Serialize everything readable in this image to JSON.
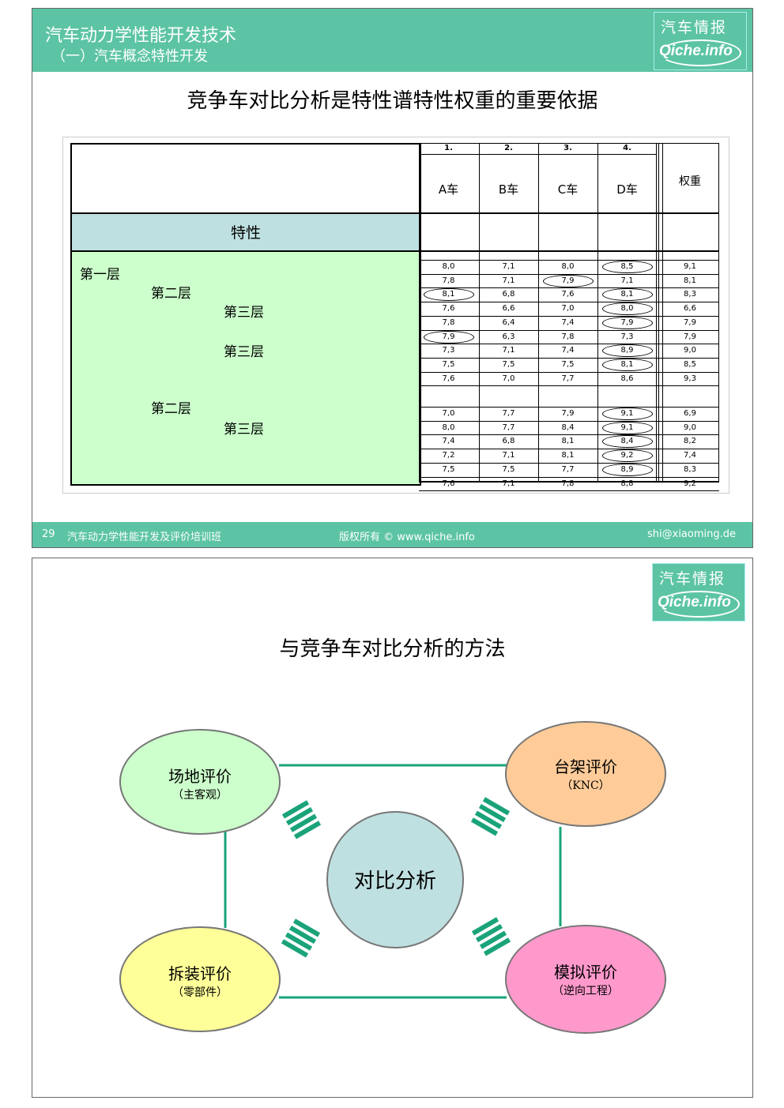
{
  "slide1": {
    "header_line1": "汽车动力学性能开发技术",
    "header_line2": "（一）汽车概念特性开发",
    "logo_cn": "汽车情报",
    "logo_en": "Qiche.info",
    "title": "竞争车对比分析是特性谱特性权重的重要依据",
    "characteristic_label": "特性",
    "levels": [
      "第一层",
      "第二层",
      "第三层",
      "第三层",
      "第二层",
      "第三层"
    ],
    "table": {
      "col_numbers": [
        "1.",
        "2.",
        "3.",
        "4."
      ],
      "col_cars": [
        "A车",
        "B车",
        "C车",
        "D车"
      ],
      "weight_header": "权重",
      "group1": [
        {
          "v": [
            "8,0",
            "7,1",
            "8,0",
            "8,5"
          ],
          "w": "9,1",
          "circled": [
            3
          ]
        },
        {
          "v": [
            "7,8",
            "7,1",
            "7,9",
            "7,1"
          ],
          "w": "8,1",
          "circled": [
            2
          ]
        },
        {
          "v": [
            "8,1",
            "6,8",
            "7,6",
            "8,1"
          ],
          "w": "8,3",
          "circled": [
            0,
            3
          ]
        },
        {
          "v": [
            "7,6",
            "6,6",
            "7,0",
            "8,0"
          ],
          "w": "6,6",
          "circled": [
            3
          ]
        },
        {
          "v": [
            "7,8",
            "6,4",
            "7,4",
            "7,9"
          ],
          "w": "7,9",
          "circled": [
            3
          ]
        },
        {
          "v": [
            "7,9",
            "6,3",
            "7,8",
            "7,3"
          ],
          "w": "7,9",
          "circled": [
            0
          ]
        },
        {
          "v": [
            "7,3",
            "7,1",
            "7,4",
            "8,9"
          ],
          "w": "9,0",
          "circled": [
            3
          ]
        },
        {
          "v": [
            "7,5",
            "7,5",
            "7,5",
            "8,1"
          ],
          "w": "8,5",
          "circled": [
            3
          ]
        },
        {
          "v": [
            "7,6",
            "7,0",
            "7,7",
            "8,6"
          ],
          "w": "9,3",
          "circled": []
        }
      ],
      "group2": [
        {
          "v": [
            "7,0",
            "7,7",
            "7,9",
            "9,1"
          ],
          "w": "6,9",
          "circled": [
            3
          ]
        },
        {
          "v": [
            "8,0",
            "7,7",
            "8,4",
            "9,1"
          ],
          "w": "9,0",
          "circled": [
            3
          ]
        },
        {
          "v": [
            "7,4",
            "6,8",
            "8,1",
            "8,4"
          ],
          "w": "8,2",
          "circled": [
            3
          ]
        },
        {
          "v": [
            "7,2",
            "7,1",
            "8,1",
            "9,2"
          ],
          "w": "7,4",
          "circled": [
            3
          ]
        },
        {
          "v": [
            "7,5",
            "7,5",
            "7,7",
            "8,9"
          ],
          "w": "8,3",
          "circled": [
            3
          ]
        },
        {
          "v": [
            "7,6",
            "7,1",
            "7,8",
            "8,8"
          ],
          "w": "9,2",
          "circled": []
        }
      ]
    },
    "footer": {
      "page": "29",
      "course": "汽车动力学性能开发及评价培训班",
      "copyright": "版权所有 © www.qiche.info",
      "email": "shi@xiaoming.de"
    }
  },
  "slide2": {
    "logo_cn": "汽车情报",
    "logo_en": "Qiche.info",
    "title": "与竞争车对比分析的方法",
    "center": "对比分析",
    "nodes": {
      "field": {
        "main": "场地评价",
        "sub": "（主客观）",
        "color": "#ccffcc"
      },
      "rig": {
        "main": "台架评价",
        "sub": "（KNC）",
        "color": "#ffcc99"
      },
      "teardown": {
        "main": "拆装评价",
        "sub": "（零部件）",
        "color": "#ffff99"
      },
      "sim": {
        "main": "模拟评价",
        "sub": "（逆向工程）",
        "color": "#ff99cc"
      }
    },
    "center_color": "#bfe0e0",
    "line_color": "#1aa37a"
  }
}
